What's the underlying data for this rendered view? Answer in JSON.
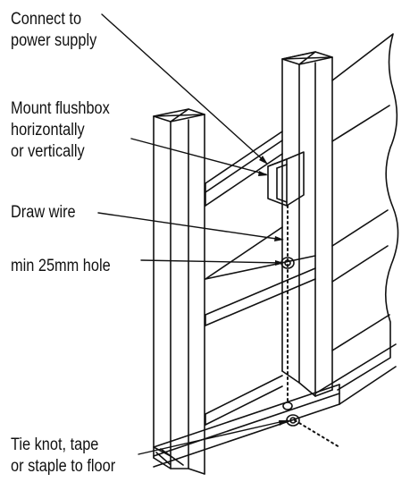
{
  "labels": {
    "connect": [
      "Connect to",
      "power supply"
    ],
    "mount": [
      "Mount flushbox",
      "horizontally",
      "or vertically"
    ],
    "draw_wire": "Draw wire",
    "hole": "min 25mm hole",
    "tie": [
      "Tie knot, tape",
      "or staple to floor"
    ]
  },
  "colors": {
    "ink": "#111111",
    "background": "#ffffff"
  }
}
